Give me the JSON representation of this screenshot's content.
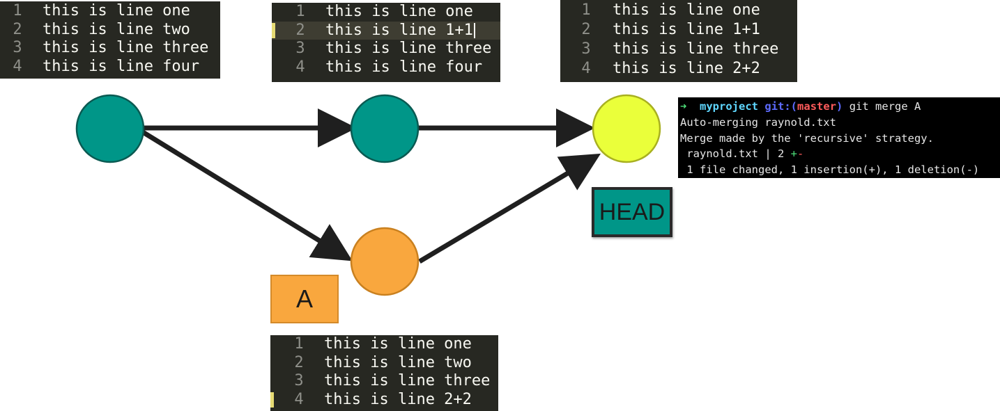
{
  "editors": {
    "base": {
      "lines": [
        {
          "num": "1",
          "text": "this is line one"
        },
        {
          "num": "2",
          "text": "this is line two"
        },
        {
          "num": "3",
          "text": "this is line three"
        },
        {
          "num": "4",
          "text": "this is line four"
        }
      ]
    },
    "master": {
      "lines": [
        {
          "num": "1",
          "text": "this is line one"
        },
        {
          "num": "2",
          "text": "this is line 1+1"
        },
        {
          "num": "3",
          "text": "this is line three"
        },
        {
          "num": "4",
          "text": "this is line four"
        }
      ]
    },
    "merged": {
      "lines": [
        {
          "num": "1",
          "text": "this is line one"
        },
        {
          "num": "2",
          "text": "this is line 1+1"
        },
        {
          "num": "3",
          "text": "this is line three"
        },
        {
          "num": "4",
          "text": "this is line 2+2"
        }
      ]
    },
    "branch_a": {
      "lines": [
        {
          "num": "1",
          "text": "this is line one"
        },
        {
          "num": "2",
          "text": "this is line two"
        },
        {
          "num": "3",
          "text": "this is line three"
        },
        {
          "num": "4",
          "text": "this is line 2+2"
        }
      ]
    }
  },
  "labels": {
    "a": "A",
    "head": "HEAD"
  },
  "terminal": {
    "prompt_arrow": "➜",
    "dir": "myproject",
    "git_prefix": "git:(",
    "branch": "master",
    "git_suffix": ")",
    "command": "git merge A",
    "line2": "Auto-merging raynold.txt",
    "line3": "Merge made by the 'recursive' strategy.",
    "line4_file": " raynold.txt | 2 ",
    "line4_plus": "+",
    "line4_minus": "-",
    "line5": " 1 file changed, 1 insertion(+), 1 deletion(-)"
  },
  "colors": {
    "commit_teal": "#009688",
    "commit_orange": "#f9a73e",
    "commit_head": "#eaff3a",
    "arrow": "#1f1f1f",
    "editor_bg": "#272822"
  }
}
